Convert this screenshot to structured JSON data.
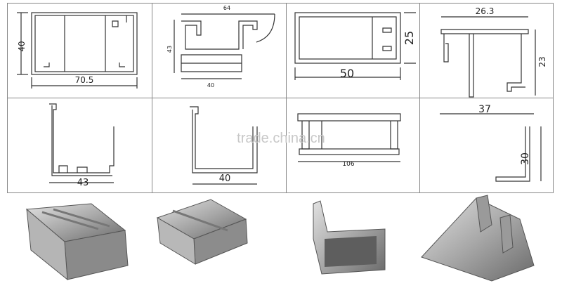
{
  "watermark": "trade.china.cn",
  "drawings": [
    {
      "dims": [
        "40",
        "70.5"
      ]
    },
    {
      "dims": [
        "64",
        "43",
        "40"
      ]
    },
    {
      "dims": [
        "50",
        "25"
      ]
    },
    {
      "dims": [
        "26.3",
        "23"
      ]
    },
    {
      "dims": [
        "43"
      ]
    },
    {
      "dims": [
        "40"
      ]
    },
    {
      "dims": [
        "106"
      ]
    },
    {
      "dims": [
        "37",
        "30"
      ]
    }
  ],
  "colors": {
    "line": "#333333",
    "grid": "#888888",
    "metal_light": "#c9c9c9",
    "metal_dark": "#6a6a6a"
  }
}
